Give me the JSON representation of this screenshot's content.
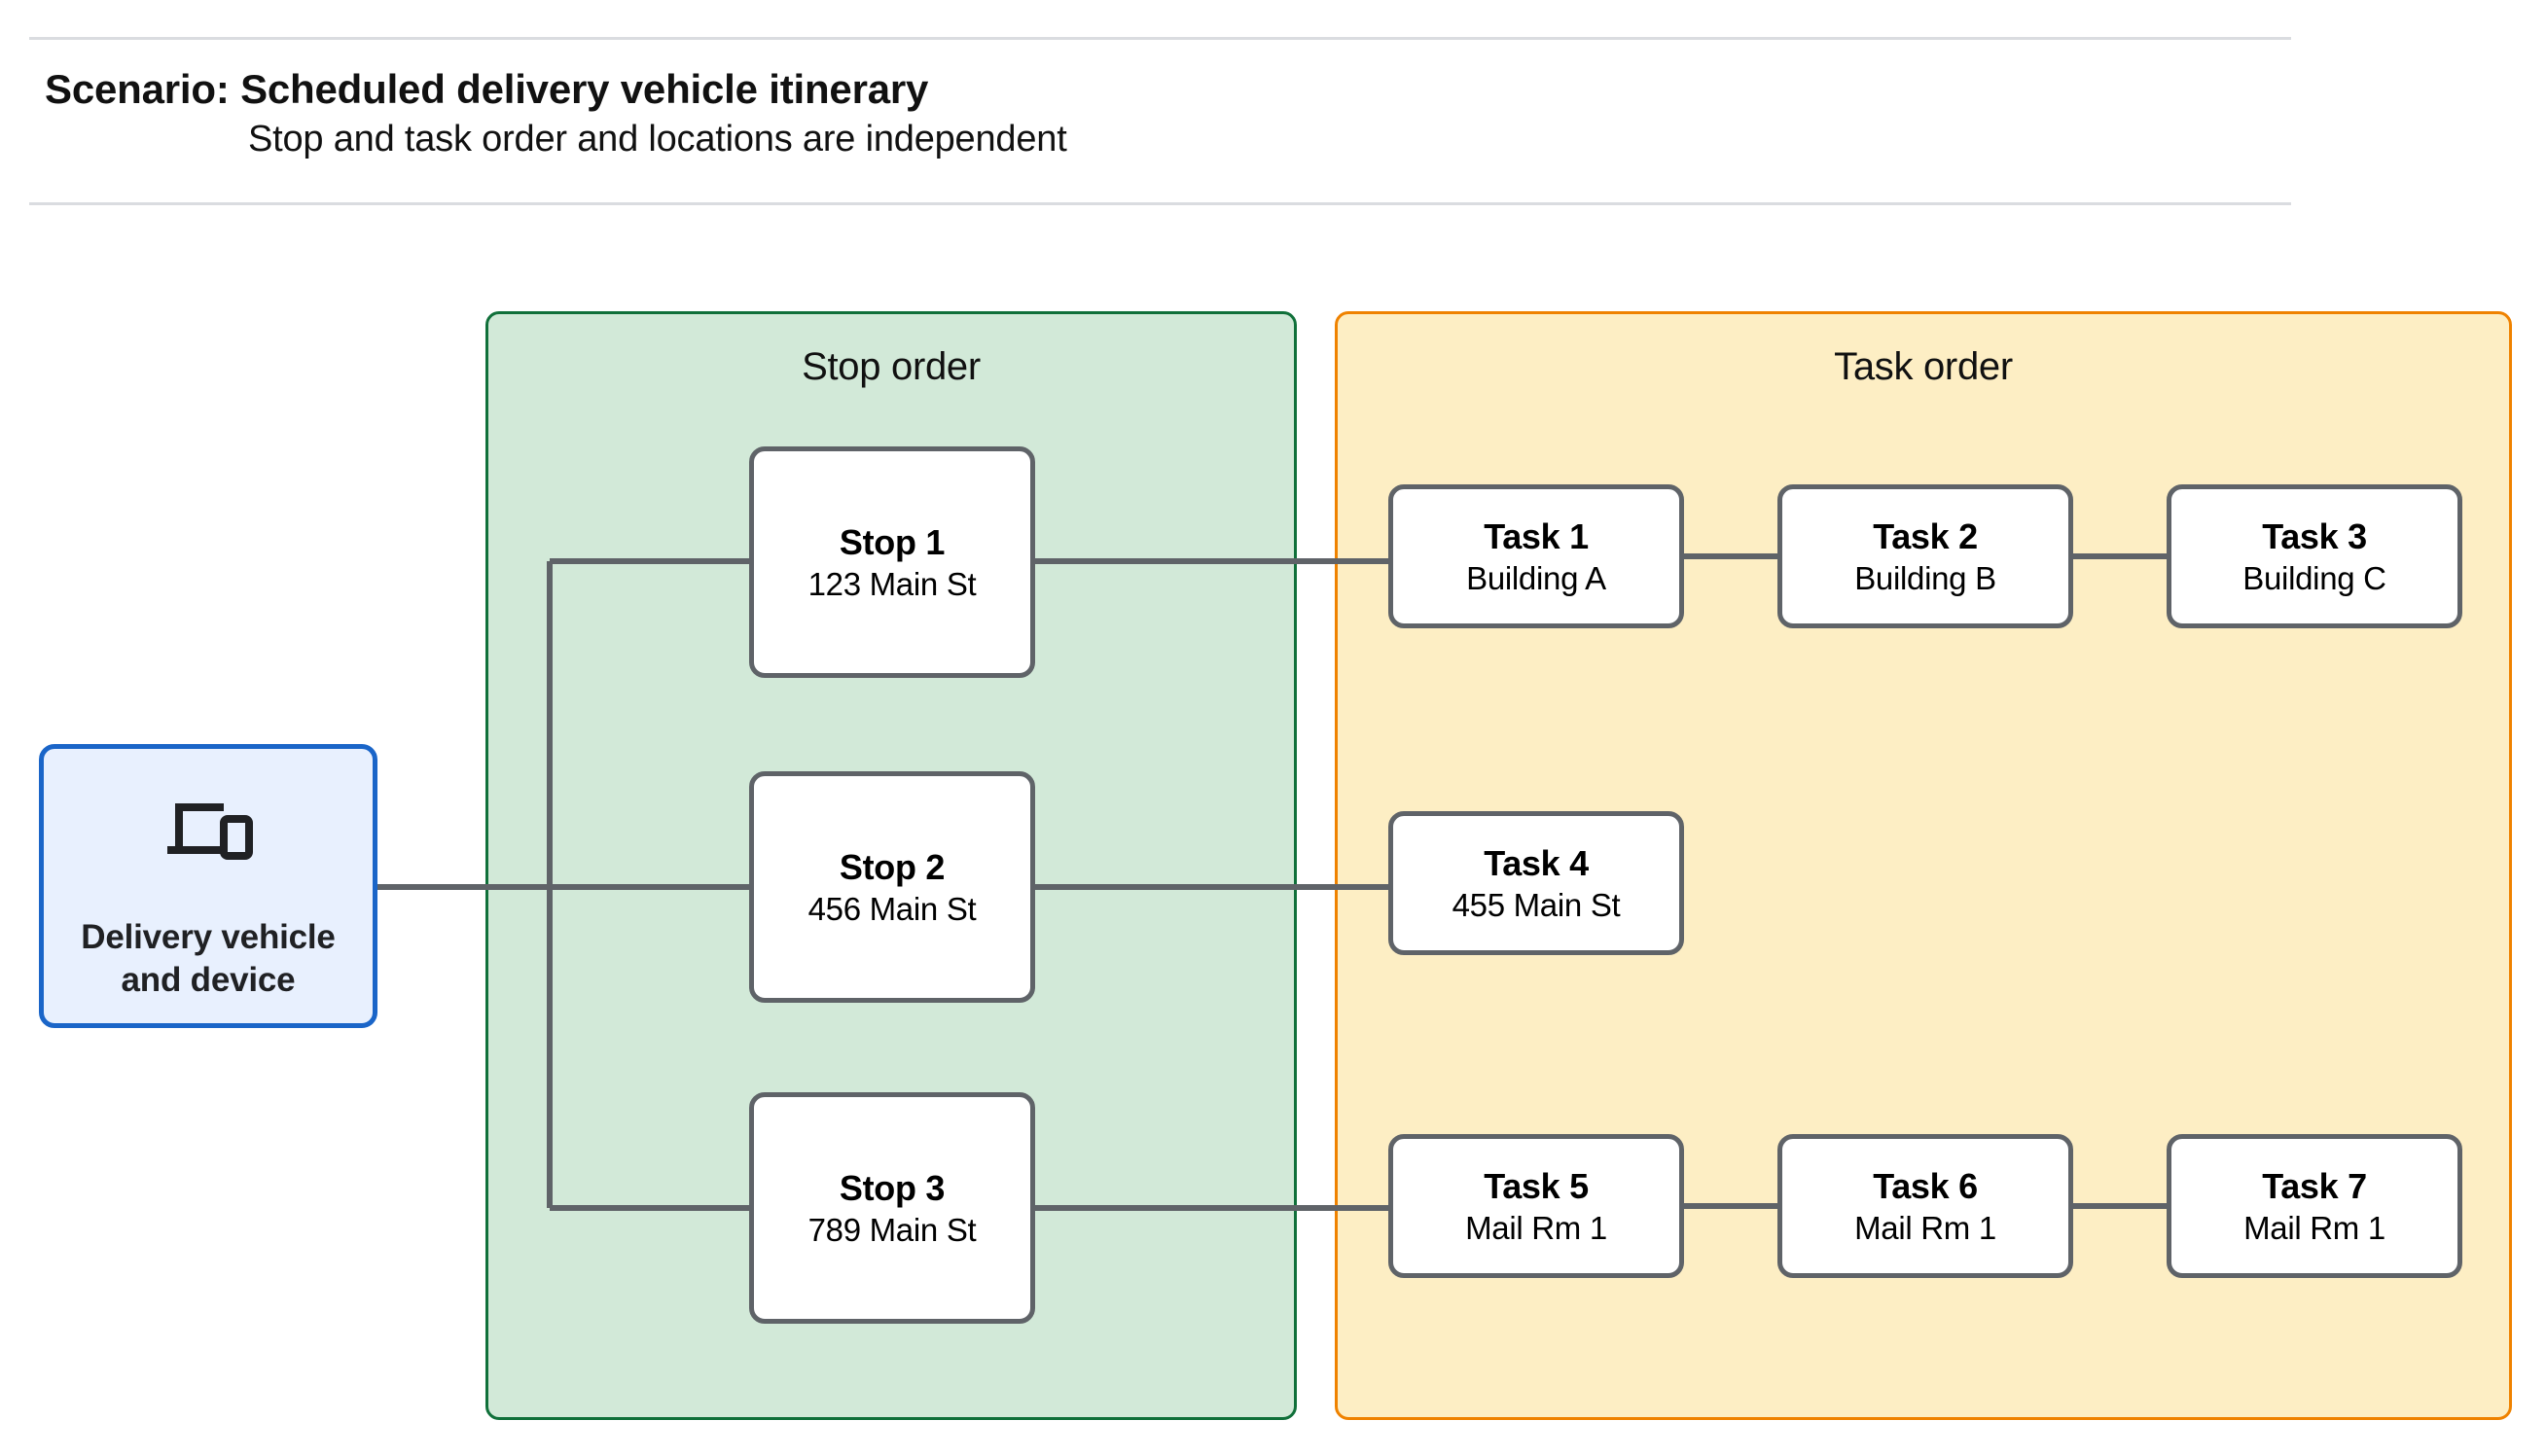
{
  "header": {
    "title": "Scenario: Scheduled delivery vehicle itinerary",
    "subtitle": "Stop and task order and locations are independent"
  },
  "vehicle": {
    "label": "Delivery vehicle\nand device",
    "label_line1": "Delivery vehicle",
    "label_line2": "and device",
    "icon": "devices-icon",
    "fill_color": "#e8f0fe",
    "border_color": "#1a65c8"
  },
  "panels": [
    {
      "id": "stop-order",
      "title": "Stop order",
      "fill_color": "#d2e9d8",
      "border_color": "#10703a"
    },
    {
      "id": "task-order",
      "title": "Task order",
      "fill_color": "#fdeec4",
      "border_color": "#ef8200"
    }
  ],
  "stops": [
    {
      "title": "Stop 1",
      "address": "123 Main St"
    },
    {
      "title": "Stop 2",
      "address": "456 Main St"
    },
    {
      "title": "Stop 3",
      "address": "789 Main St"
    }
  ],
  "tasks": [
    {
      "title": "Task 1",
      "location": "Building A"
    },
    {
      "title": "Task 2",
      "location": "Building B"
    },
    {
      "title": "Task 3",
      "location": "Building C"
    },
    {
      "title": "Task 4",
      "location": "455 Main St"
    },
    {
      "title": "Task 5",
      "location": "Mail Rm 1"
    },
    {
      "title": "Task 6",
      "location": "Mail Rm 1"
    },
    {
      "title": "Task 7",
      "location": "Mail Rm 1"
    }
  ],
  "style": {
    "node_border_color": "#5f6368",
    "connector_color": "#5f6368",
    "rule_color": "#dadce0"
  }
}
